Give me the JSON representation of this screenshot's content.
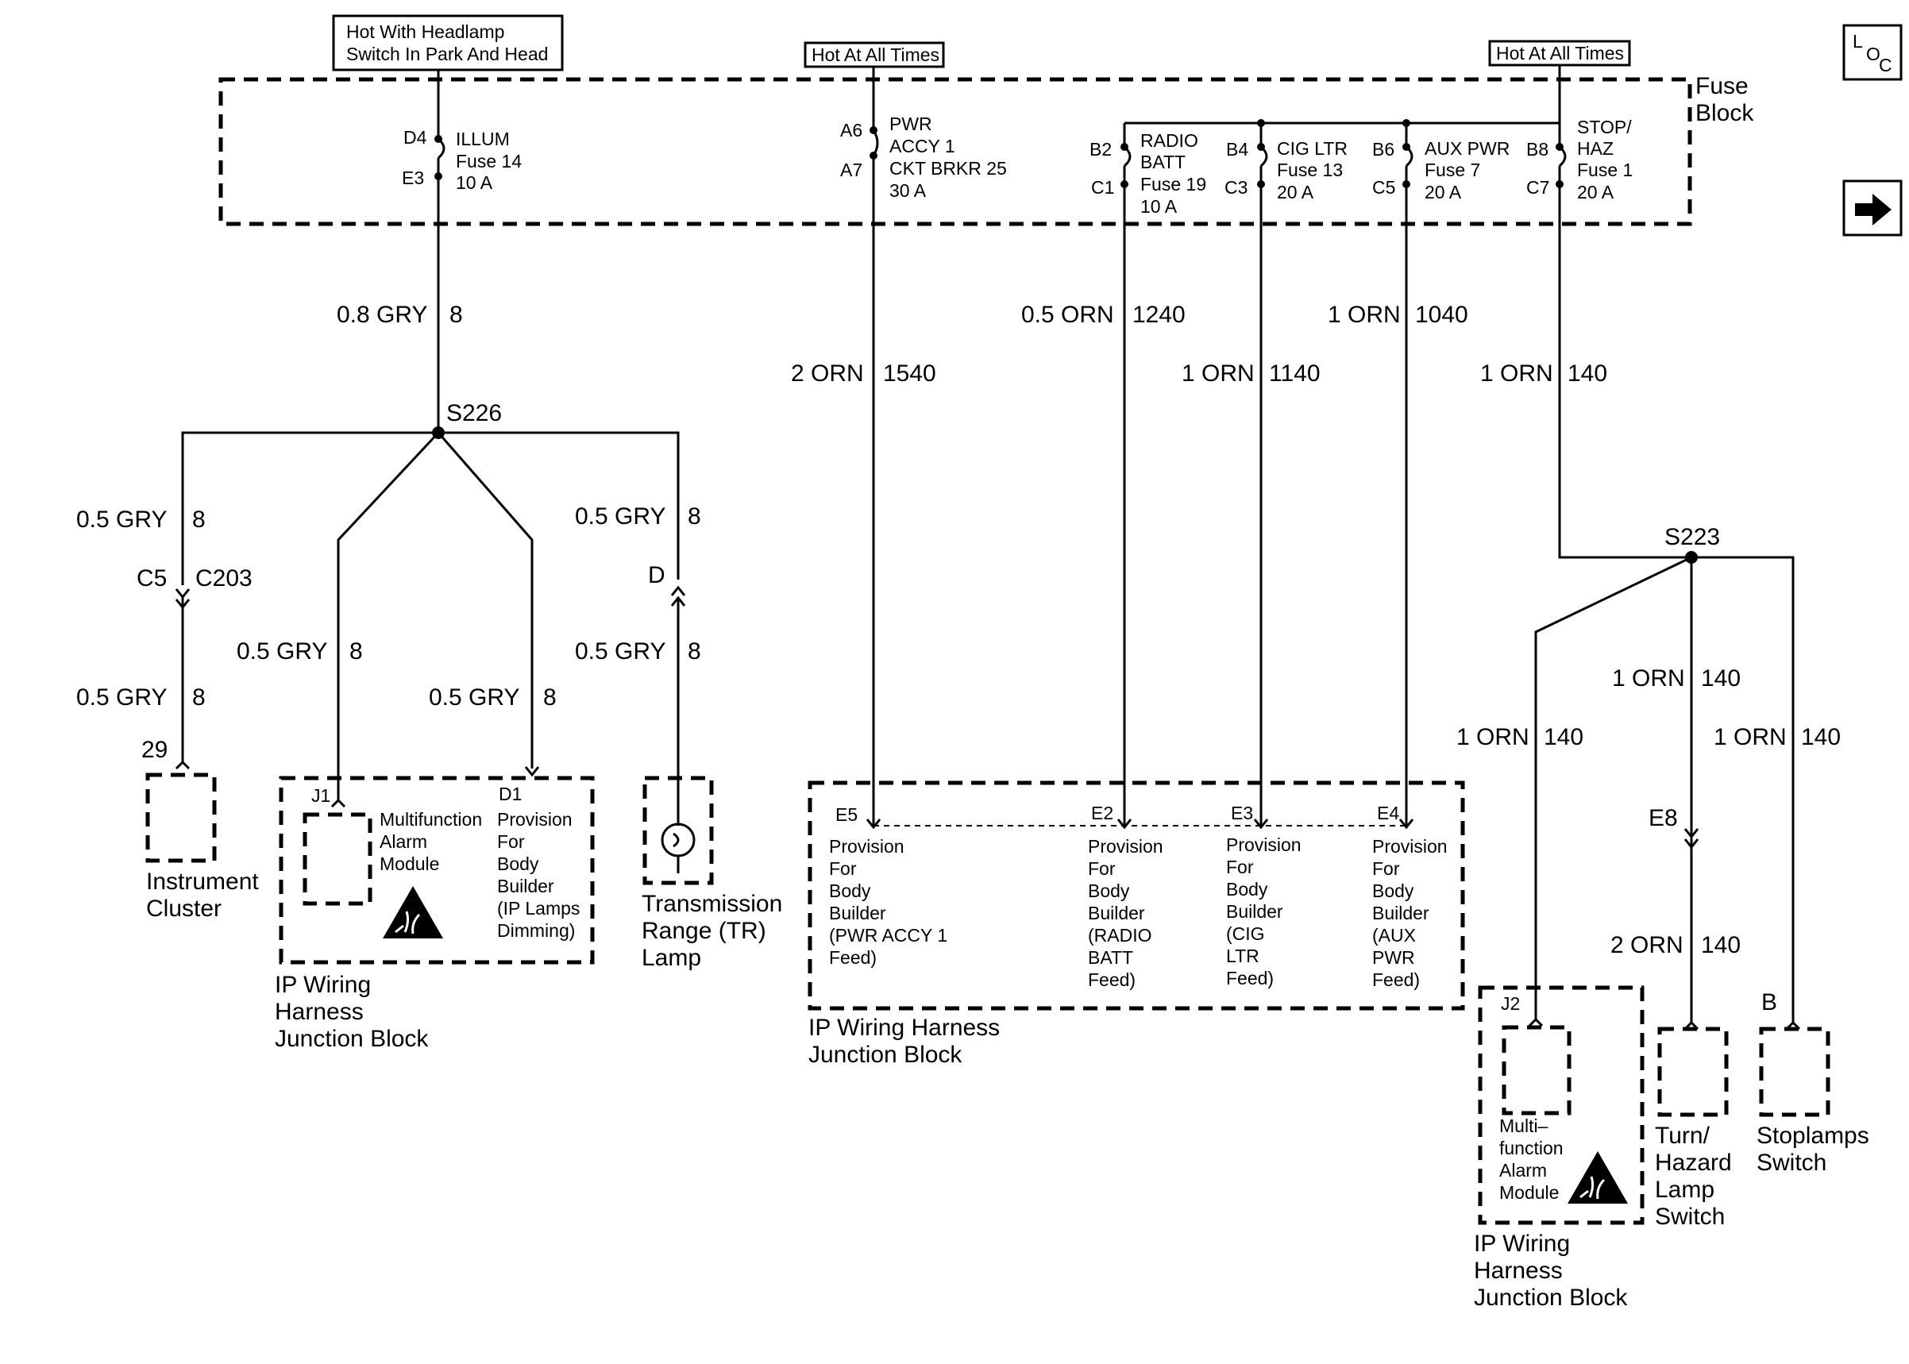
{
  "page_icons": {
    "loc": "loc-icon",
    "next": "arrow-right-icon",
    "esd": "esd-warning-icon"
  },
  "loc_button": {
    "l": "L",
    "o": "O",
    "c": "C"
  },
  "fuse_block": {
    "title_line1": "Fuse",
    "title_line2": "Block"
  },
  "power_labels": {
    "illum": [
      "Hot With Headlamp",
      "Switch In Park And Head"
    ],
    "pwr": "Hot At All Times",
    "stop": "Hot At All Times"
  },
  "fuses": {
    "illum": {
      "pin_top": "D4",
      "pin_bottom": "E3",
      "lines": [
        "ILLUM",
        "Fuse 14",
        "10 A"
      ]
    },
    "pwr": {
      "pin_top": "A6",
      "pin_bottom": "A7",
      "lines": [
        "PWR",
        "ACCY 1",
        "CKT BRKR 25",
        "30 A"
      ]
    },
    "radio": {
      "pin_top": "B2",
      "pin_bottom": "C1",
      "lines": [
        "RADIO",
        "BATT",
        "Fuse 19",
        "10 A"
      ]
    },
    "cig": {
      "pin_top": "B4",
      "pin_bottom": "C3",
      "lines": [
        "CIG LTR",
        "Fuse 13",
        "20 A"
      ]
    },
    "aux": {
      "pin_top": "B6",
      "pin_bottom": "C5",
      "lines": [
        "AUX PWR",
        "Fuse 7",
        "20 A"
      ]
    },
    "stop": {
      "pin_top": "B8",
      "pin_bottom": "C7",
      "lines": [
        "STOP/",
        "HAZ",
        "Fuse 1",
        "20 A"
      ]
    }
  },
  "wires": {
    "illum_main": {
      "spec": "0.8 GRY",
      "circuit": "8"
    },
    "pwr_main": {
      "spec": "2 ORN",
      "circuit": "1540"
    },
    "radio_main": {
      "spec": "0.5 ORN",
      "circuit": "1240"
    },
    "cig_main": {
      "spec": "1 ORN",
      "circuit": "1140"
    },
    "aux_main": {
      "spec": "1 ORN",
      "circuit": "1040"
    },
    "stop_main": {
      "spec": "1 ORN",
      "circuit": "140"
    },
    "ic_upper": {
      "spec": "0.5 GRY",
      "circuit": "8"
    },
    "ic_lower": {
      "spec": "0.5 GRY",
      "circuit": "8"
    },
    "j1": {
      "spec": "0.5 GRY",
      "circuit": "8"
    },
    "d1": {
      "spec": "0.5 GRY",
      "circuit": "8"
    },
    "tr_upper": {
      "spec": "0.5 GRY",
      "circuit": "8"
    },
    "tr_lower": {
      "spec": "0.5 GRY",
      "circuit": "8"
    },
    "j2": {
      "spec": "1 ORN",
      "circuit": "140"
    },
    "turn_upper": {
      "spec": "1 ORN",
      "circuit": "140"
    },
    "turn_lower": {
      "spec": "2 ORN",
      "circuit": "140"
    },
    "stoplamp": {
      "spec": "1 ORN",
      "circuit": "140"
    }
  },
  "splices": {
    "s226": "S226",
    "s223": "S223"
  },
  "connectors": {
    "c5": "C5",
    "c203": "C203",
    "d": "D",
    "pin29": "29",
    "j1": "J1",
    "d1": "D1",
    "e5": "E5",
    "e2": "E2",
    "e3": "E3",
    "e4": "E4",
    "e8": "E8",
    "j2": "J2",
    "b": "B"
  },
  "components": {
    "instrument_cluster": [
      "Instrument",
      "Cluster"
    ],
    "ip_jb_left": [
      "IP Wiring",
      "Harness",
      "Junction Block"
    ],
    "alarm_module_left": [
      "Multifunction",
      "Alarm",
      "Module"
    ],
    "provision_dimming": [
      "Provision",
      "For",
      "Body",
      "Builder",
      "(IP Lamps",
      "Dimming)"
    ],
    "tr_lamp": [
      "Transmission",
      "Range (TR)",
      "Lamp"
    ],
    "ip_jb_mid": [
      "IP Wiring Harness",
      "Junction Block"
    ],
    "prov_pwr_accy": [
      "Provision",
      "For",
      "Body",
      "Builder",
      "(PWR ACCY 1",
      "Feed)"
    ],
    "prov_radio": [
      "Provision",
      "For",
      "Body",
      "Builder",
      "(RADIO",
      "BATT",
      "Feed)"
    ],
    "prov_cig": [
      "Provision",
      "For",
      "Body",
      "Builder",
      "(CIG",
      "LTR",
      "Feed)"
    ],
    "prov_aux": [
      "Provision",
      "For",
      "Body",
      "Builder",
      "(AUX",
      "PWR",
      "Feed)"
    ],
    "alarm_module_right": [
      "Multi–",
      "function",
      "Alarm",
      "Module"
    ],
    "ip_jb_right": [
      "IP Wiring",
      "Harness",
      "Junction Block"
    ],
    "turn_hazard": [
      "Turn/",
      "Hazard",
      "Lamp",
      "Switch"
    ],
    "stoplamps": [
      "Stoplamps",
      "Switch"
    ]
  }
}
